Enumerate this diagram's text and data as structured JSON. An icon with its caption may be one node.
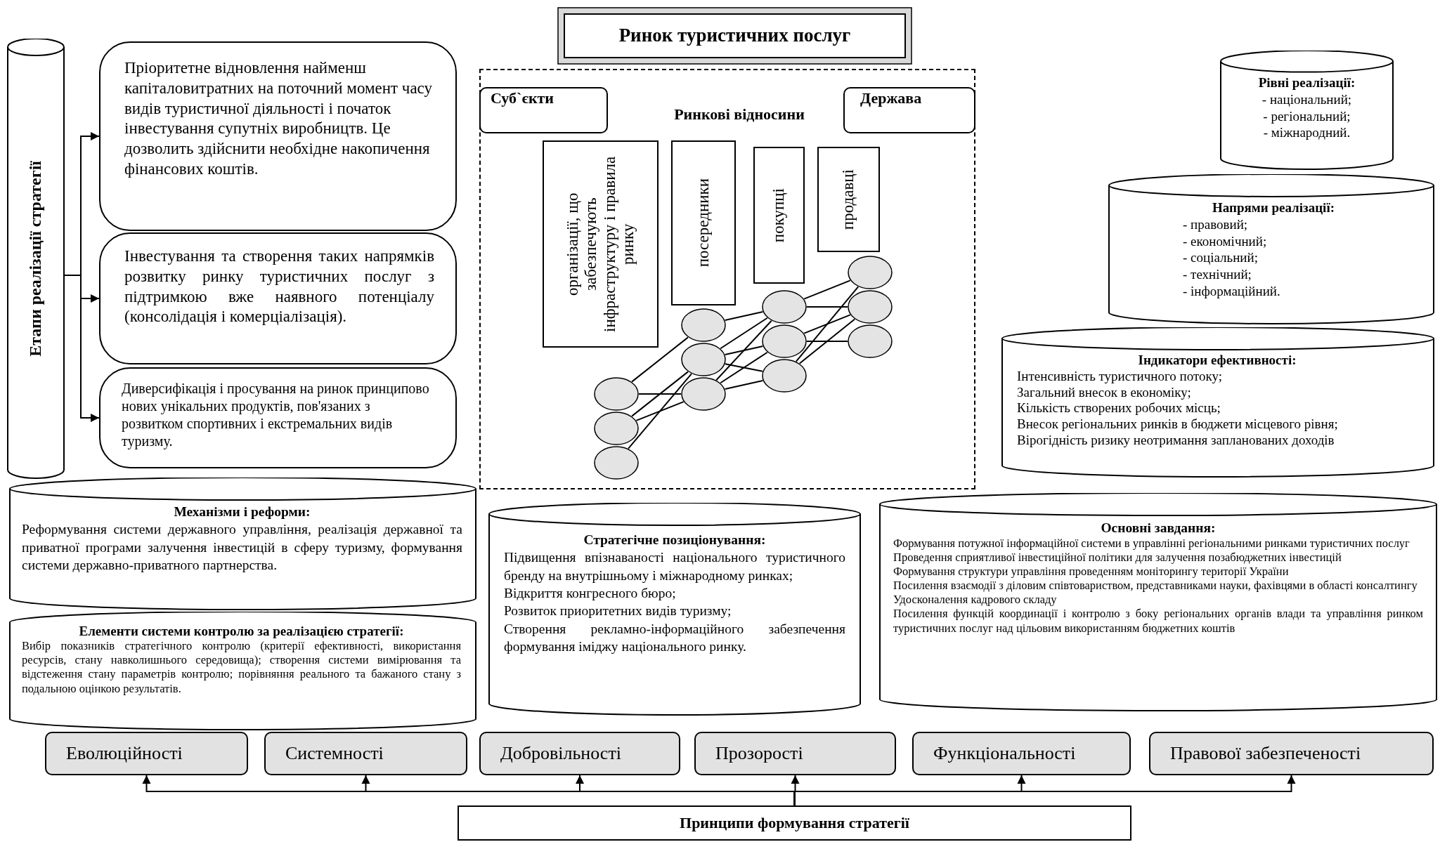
{
  "diagram": {
    "nodes": [
      {
        "text": [
          "Ринок туристичних послуг"
        ]
      },
      {
        "text": [
          "Ринкові відносини"
        ]
      },
      {
        "text": [
          "Суб`єкти"
        ],
        "in": 1
      },
      {
        "text": [
          "Держава"
        ],
        "in": 1
      },
      {
        "text": [
          "організації, що забезпечують інфраструктуру і правила ринку"
        ],
        "in": 1
      },
      {
        "text": [
          "посередники"
        ],
        "in": 1
      },
      {
        "text": [
          "покупці"
        ],
        "in": 1
      },
      {
        "text": [
          "продавці"
        ],
        "in": 1
      },
      {
        "text": [],
        "shape": "circle",
        "in": 1
      },
      {
        "text": [],
        "shape": "circle",
        "in": 1
      },
      {
        "text": [],
        "shape": "circle",
        "in": 1
      },
      {
        "text": [],
        "shape": "circle",
        "in": 1
      },
      {
        "text": [],
        "shape": "circle",
        "in": 1
      },
      {
        "text": [],
        "shape": "circle",
        "in": 1
      },
      {
        "text": [],
        "shape": "circle",
        "in": 1
      },
      {
        "text": [],
        "shape": "circle",
        "in": 1
      },
      {
        "text": [],
        "shape": "circle",
        "in": 1
      },
      {
        "text": [],
        "shape": "circle",
        "in": 1
      },
      {
        "text": [],
        "shape": "circle",
        "in": 1
      },
      {
        "text": [],
        "shape": "circle",
        "in": 1
      },
      {
        "text": [
          "Етапи реалізації стратегії"
        ]
      },
      {
        "text": [
          "Пріоритетне відновлення найменш капіталовитратних на поточний момент часу видів туристичної діяльності і початок інвестування супутніх виробництв. Це дозволить здійснити необхідне накопичення фінансових коштів."
        ]
      },
      {
        "text": [
          "Інвестування та створення таких напрямків розвитку ринку туристичних послуг з підтримкою вже наявного потенціалу (консолідація і комерціалізація)."
        ]
      },
      {
        "text": [
          "Диверсифікація і просування на ринок принципово нових унікальних продуктів, пов'язаних з розвитком спортивних і екстремальних видів туризму."
        ]
      },
      {
        "text": [
          "Рівні реалізації:",
          "- національний;",
          "- регіональний;",
          "- міжнародний."
        ]
      },
      {
        "text": [
          "Напрями реалізації:",
          "- правовий;",
          "- економічний;",
          "- соціальний;",
          "- технічний;",
          "- інформаційний."
        ]
      },
      {
        "text": [
          "Індикатори ефективності:",
          "Інтенсивність туристичного потоку;",
          "Загальний внесок в економіку;",
          "Кількість створених робочих місць;",
          "Внесок регіональних ринків в бюджети місцевого рівня;",
          "Вірогідність ризику неотримання запланованих доходів"
        ]
      },
      {
        "text": [
          "Механізми і реформи:",
          "Реформування системи державного управління, реалізація державної та приватної програми залучення інвестицій в сферу туризму, формування системи державно-приватного партнерства."
        ]
      },
      {
        "text": [
          "Елементи системи контролю за реалізацією стратегії:",
          "Вибір показників стратегічного контролю (критерії ефективності, використання ресурсів, стану навколишнього середовища); створення системи вимірювання та відстеження стану параметрів контролю; порівняння реального та бажаного стану з подальною оцінкою результатів."
        ]
      },
      {
        "text": [
          "Стратегічне позиціонування:",
          "Підвищення впізнаваності національного туристичного бренду на внутрішньому і міжнародному ринках;",
          "Відкриття конгресного бюро;",
          "Розвиток приоритетних видів туризму;",
          "Створення рекламно-інформаційного забезпечення формування іміджу національного ринку."
        ]
      },
      {
        "text": [
          "Основні завдання:",
          "Формування потужної інформаційної системи в управлінні регіональними ринками туристичних послуг",
          "Проведення сприятливої інвестиційної політики для залучення позабюджетних інвестицій",
          "Формування структури управління проведенням моніторингу території України",
          "Посилення взаємодії з діловим співтовариством, представниками науки, фахівцями в області консалтингу",
          "Удосконалення кадрового складу",
          "Посилення функцій координації і контролю з боку регіональних органів влади та управління ринком туристичних послуг над цільовим використанням бюджетних коштів"
        ]
      },
      {
        "text": [
          "Еволюційності"
        ]
      },
      {
        "text": [
          "Системності"
        ]
      },
      {
        "text": [
          "Добровільності"
        ]
      },
      {
        "text": [
          "Прозорості"
        ]
      },
      {
        "text": [
          "Функціональності"
        ]
      },
      {
        "text": [
          "Правової забезпеченості"
        ]
      },
      {
        "text": [
          "Принципи формування стратегії"
        ]
      }
    ],
    "edges": [
      {
        "from": 8,
        "to": 11,
        "arrow": "none"
      },
      {
        "from": 8,
        "to": 13,
        "arrow": "none"
      },
      {
        "from": 9,
        "to": 12,
        "arrow": "none"
      },
      {
        "from": 9,
        "to": 13,
        "arrow": "none"
      },
      {
        "from": 10,
        "to": 12,
        "arrow": "none"
      },
      {
        "from": 11,
        "to": 14,
        "arrow": "none"
      },
      {
        "from": 12,
        "to": 14,
        "arrow": "none"
      },
      {
        "from": 12,
        "to": 15,
        "arrow": "none"
      },
      {
        "from": 12,
        "to": 16,
        "arrow": "none"
      },
      {
        "from": 13,
        "to": 14,
        "arrow": "none"
      },
      {
        "from": 13,
        "to": 15,
        "arrow": "none"
      },
      {
        "from": 13,
        "to": 16,
        "arrow": "none"
      },
      {
        "from": 14,
        "to": 17,
        "arrow": "none"
      },
      {
        "from": 14,
        "to": 18,
        "arrow": "none"
      },
      {
        "from": 15,
        "to": 18,
        "arrow": "none"
      },
      {
        "from": 15,
        "to": 19,
        "arrow": "none"
      },
      {
        "from": 16,
        "to": 17,
        "arrow": "none"
      },
      {
        "from": 16,
        "to": 18,
        "arrow": "none"
      },
      {
        "from": 20,
        "to": 21,
        "arrow": "to"
      },
      {
        "from": 20,
        "to": 22,
        "arrow": "to"
      },
      {
        "from": 20,
        "to": 23,
        "arrow": "to"
      },
      {
        "from": 37,
        "to": 31,
        "arrow": "to"
      },
      {
        "from": 37,
        "to": 32,
        "arrow": "to"
      },
      {
        "from": 37,
        "to": 33,
        "arrow": "to"
      },
      {
        "from": 37,
        "to": 34,
        "arrow": "to"
      },
      {
        "from": 37,
        "to": 35,
        "arrow": "to"
      },
      {
        "from": 37,
        "to": 36,
        "arrow": "to"
      }
    ]
  }
}
